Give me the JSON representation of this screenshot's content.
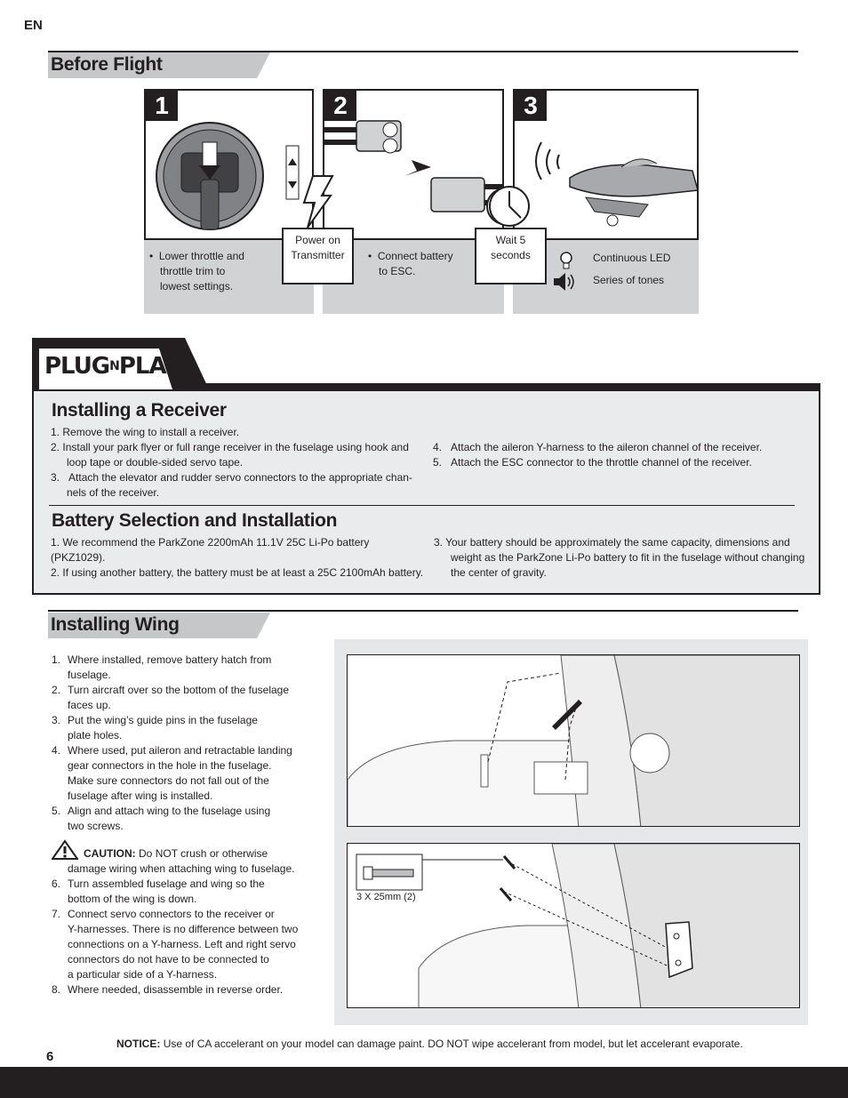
{
  "lang": "EN",
  "before_flight": {
    "title": "Before Flight",
    "steps": [
      {
        "num": "1",
        "caption": [
          "Lower throttle and",
          "throttle trim to",
          "lowest settings."
        ]
      },
      {
        "num": "2",
        "caption": [
          "Connect battery",
          "to ESC."
        ]
      },
      {
        "num": "3",
        "led": "Continuous LED",
        "tones": "Series of tones"
      }
    ],
    "box_power": [
      "Power on",
      "Transmitter"
    ],
    "box_wait": [
      "Wait 5",
      "seconds"
    ]
  },
  "plug_n_play": {
    "logo_left": "PLUG",
    "logo_mid": "N",
    "logo_right": "PLAY"
  },
  "installing_receiver": {
    "title": "Installing a Receiver",
    "left": [
      {
        "n": "1.",
        "text": "Remove the wing to install a receiver."
      },
      {
        "n": "2.",
        "text": "Install your park flyer or full range receiver in the fuselage using hook and",
        "cont": "loop tape or double-sided servo tape."
      },
      {
        "n": "3.",
        "text": "Attach the elevator and rudder servo connectors to the appropriate chan-",
        "cont": "nels of the receiver."
      }
    ],
    "right": [
      {
        "n": "4.",
        "text": "Attach the aileron Y-harness to the aileron channel of the receiver."
      },
      {
        "n": "5.",
        "text": "Attach the ESC connector to the throttle channel of the receiver."
      }
    ]
  },
  "battery_selection": {
    "title": "Battery Selection and Installation",
    "left": [
      {
        "n": "1.",
        "text": "We recommend the ParkZone 2200mAh 11.1V 25C Li-Po battery (PKZ1029)."
      },
      {
        "n": "2.",
        "text": "If using another battery, the battery must be at least a 25C 2100mAh battery."
      }
    ],
    "right": [
      {
        "n": "3.",
        "text": "Your battery should be approximately the same capacity, dimensions and",
        "cont1": "weight as the ParkZone Li-Po battery to fit in the fuselage without changing",
        "cont2": "the center of gravity."
      }
    ]
  },
  "installing_wing": {
    "title": "Installing Wing",
    "steps": [
      {
        "n": "1.",
        "lines": [
          "Where installed, remove battery hatch from",
          "fuselage."
        ]
      },
      {
        "n": "2.",
        "lines": [
          "Turn aircraft over so the bottom of the fuselage",
          "faces up."
        ]
      },
      {
        "n": "3.",
        "lines": [
          "Put the wing’s guide pins in the fuselage",
          "plate holes."
        ]
      },
      {
        "n": "4.",
        "lines": [
          "Where used, put aileron and retractable landing",
          "gear connectors in the hole in the fuselage.",
          "Make sure connectors do not fall out of the",
          "fuselage after wing is installed."
        ]
      },
      {
        "n": "5.",
        "lines": [
          "Align and attach wing to the fuselage using",
          "two screws."
        ]
      }
    ],
    "caution_label": "CAUTION:",
    "caution_text": "Do NOT crush or otherwise",
    "caution_cont": "damage wiring when attaching wing to fuselage.",
    "steps2": [
      {
        "n": "6.",
        "lines": [
          "Turn assembled fuselage and wing so the",
          "bottom of the wing is down."
        ]
      },
      {
        "n": "7.",
        "lines": [
          "Connect servo connectors to the receiver or",
          "Y-harnesses. There is no difference between two",
          "connections on a Y-harness. Left and right servo",
          "connectors do not have to be connected to",
          "a particular side of a Y-harness."
        ]
      },
      {
        "n": "8.",
        "lines": [
          "Where needed, disassemble in reverse order."
        ]
      }
    ],
    "screw_label": "3 X 25mm (2)"
  },
  "notice": {
    "label": "NOTICE:",
    "text": "Use of CA accelerant on your model can damage paint. DO NOT wipe accelerant from model, but let accelerant evaporate."
  },
  "page_number": "6"
}
